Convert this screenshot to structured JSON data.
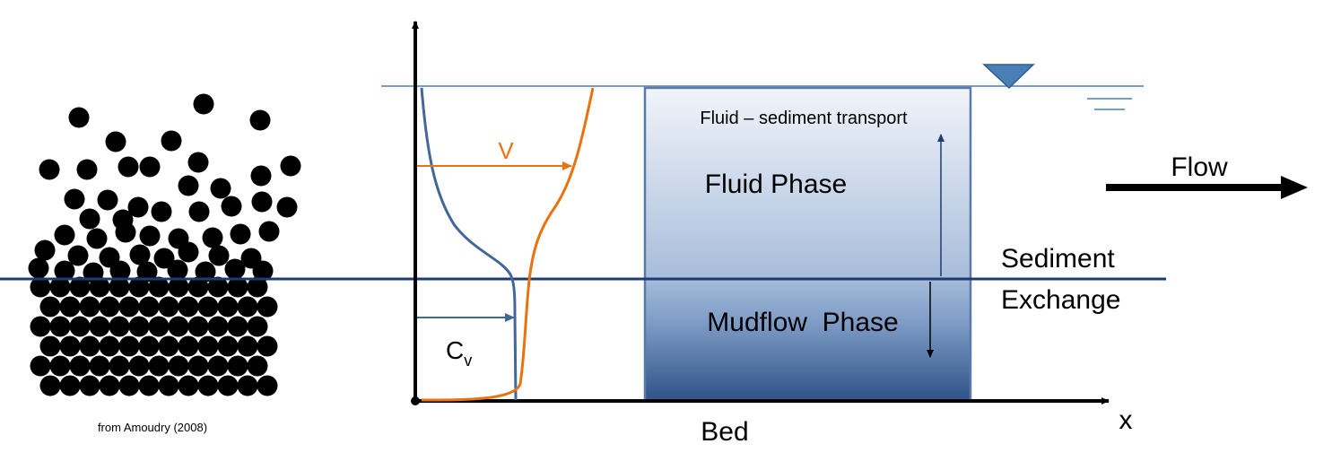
{
  "labels": {
    "velocity": "V",
    "concentration_main": "C",
    "concentration_sub": "v",
    "box_title": "Fluid – sediment transport",
    "fluid_phase": "Fluid Phase",
    "mudflow_phase": "Mudflow  Phase",
    "flow": "Flow",
    "sediment_line1": "Sediment",
    "sediment_line2": "Exchange",
    "bed": "Bed",
    "x_axis": "x",
    "citation": "from Amoudry (2008)"
  },
  "colors": {
    "velocity_profile": "#e8730f",
    "concentration_profile": "#44679a",
    "interface_line": "#1f3b73",
    "water_surface": "#4a7fb5",
    "box_top": "#f1f4fa",
    "box_bottom": "#2f5488",
    "box_border": "#5b7aa8",
    "grains": "#000000"
  },
  "icons": {
    "water_level": "inverted-triangle-icon",
    "flow_direction": "right-arrow-icon"
  }
}
